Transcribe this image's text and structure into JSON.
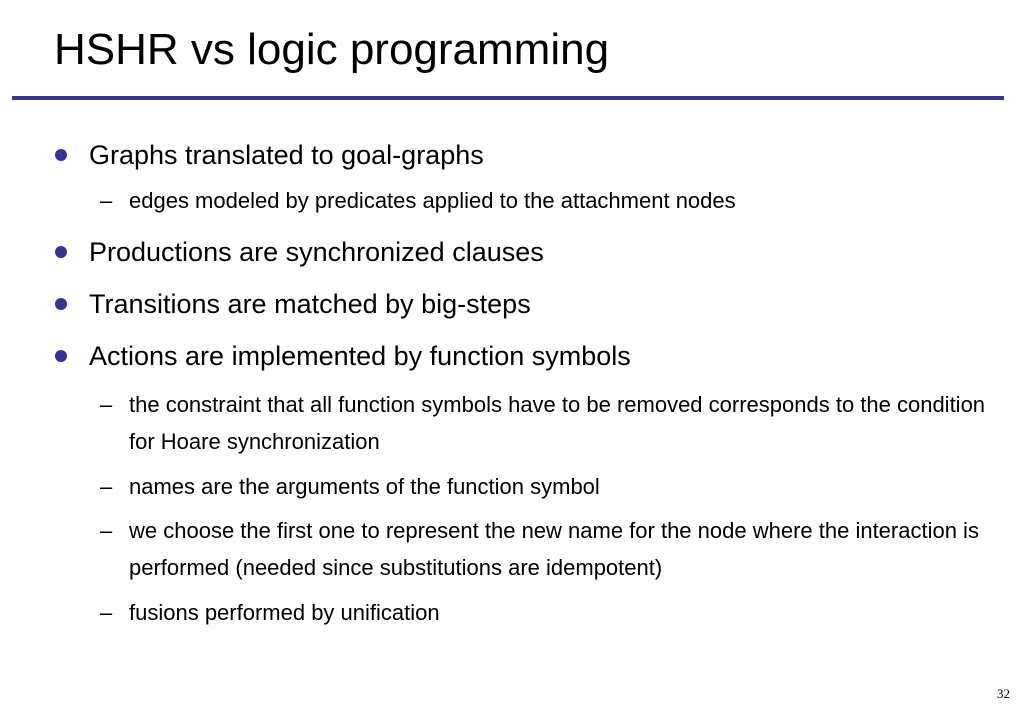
{
  "slide": {
    "title": "HSHR vs logic programming",
    "accent_color": "#333399",
    "bullets": [
      {
        "text": "Graphs translated to goal-graphs",
        "sub": [
          "edges modeled by predicates applied to the attachment nodes"
        ]
      },
      {
        "text": "Productions are synchronized clauses",
        "sub": []
      },
      {
        "text": "Transitions are matched by big-steps",
        "sub": []
      },
      {
        "text": "Actions are implemented by function symbols",
        "sub": [
          "the constraint that all function symbols have to be removed corresponds to the condition for Hoare synchronization",
          "names are the arguments of the function symbol",
          "we choose the first one to represent the new name for the node where the interaction is performed (needed since substitutions are idempotent)",
          "fusions performed by unification"
        ]
      }
    ],
    "dash_char": "–",
    "page_number": "32"
  }
}
